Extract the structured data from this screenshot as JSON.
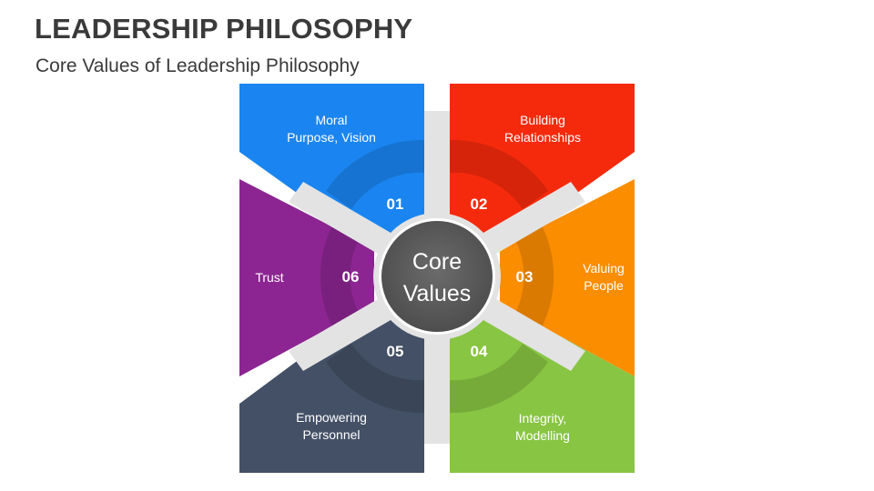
{
  "title": "LEADERSHIP PHILOSOPHY",
  "subtitle": "Core Values of Leadership Philosophy",
  "center": {
    "line1": "Core",
    "line2": "Values"
  },
  "segments": [
    {
      "number": "01",
      "line1": "Moral",
      "line2": "Purpose, Vision",
      "color": "#1a85f0"
    },
    {
      "number": "02",
      "line1": "Building",
      "line2": "Relationships",
      "color": "#f52a0c"
    },
    {
      "number": "03",
      "line1": "Valuing",
      "line2": "People",
      "color": "#fb8d00"
    },
    {
      "number": "04",
      "line1": "Integrity,",
      "line2": "Modelling",
      "color": "#88c543"
    },
    {
      "number": "05",
      "line1": "Empowering",
      "line2": "Personnel",
      "color": "#435066"
    },
    {
      "number": "06",
      "line1": "Trust",
      "line2": "",
      "color": "#8c2592"
    }
  ],
  "colors": {
    "center_fill": "#5b5b5b",
    "separator": "#e3e3e3",
    "title_text": "#3a3a3a"
  }
}
